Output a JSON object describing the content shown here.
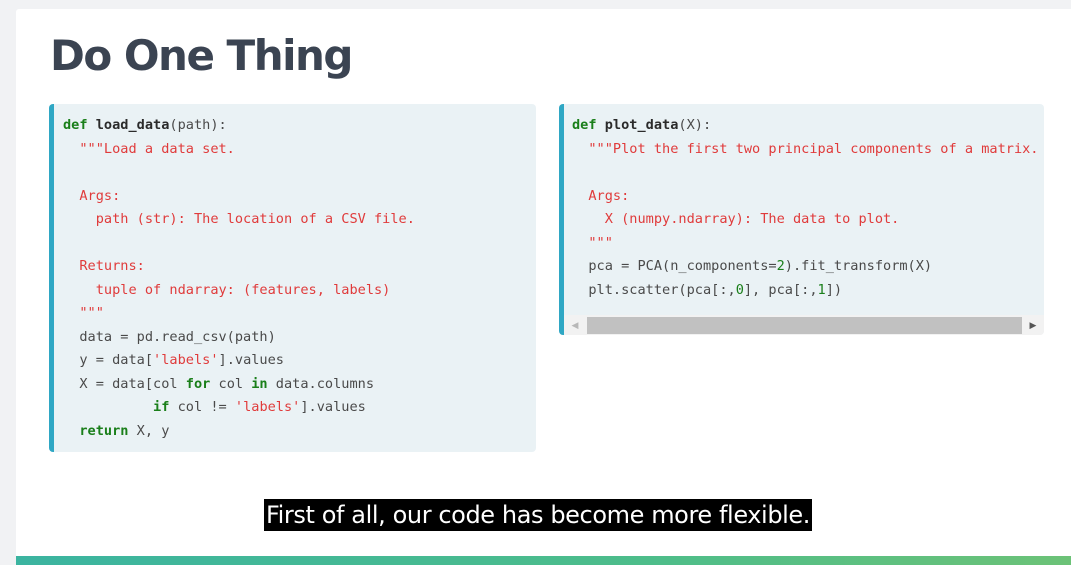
{
  "slide": {
    "title": "Do One Thing"
  },
  "code_left": {
    "lines": [
      [
        {
          "t": "def ",
          "c": "kw"
        },
        {
          "t": "load_data",
          "c": "fn"
        },
        {
          "t": "(path):",
          "c": ""
        }
      ],
      [
        {
          "t": "  \"\"\"Load a data set.",
          "c": "str"
        }
      ],
      [
        {
          "t": "",
          "c": ""
        }
      ],
      [
        {
          "t": "  Args:",
          "c": "str"
        }
      ],
      [
        {
          "t": "    path (str): The location of a CSV file.",
          "c": "str"
        }
      ],
      [
        {
          "t": "",
          "c": ""
        }
      ],
      [
        {
          "t": "  Returns:",
          "c": "str"
        }
      ],
      [
        {
          "t": "    tuple of ndarray: (features, labels)",
          "c": "str"
        }
      ],
      [
        {
          "t": "  \"\"\"",
          "c": "str"
        }
      ],
      [
        {
          "t": "  data = pd.read_csv(path)",
          "c": ""
        }
      ],
      [
        {
          "t": "  y = data[",
          "c": ""
        },
        {
          "t": "'labels'",
          "c": "str"
        },
        {
          "t": "].values",
          "c": ""
        }
      ],
      [
        {
          "t": "  X = data[col ",
          "c": ""
        },
        {
          "t": "for",
          "c": "kw"
        },
        {
          "t": " col ",
          "c": ""
        },
        {
          "t": "in",
          "c": "kw"
        },
        {
          "t": " data.columns",
          "c": ""
        }
      ],
      [
        {
          "t": "           ",
          "c": ""
        },
        {
          "t": "if",
          "c": "kw"
        },
        {
          "t": " col != ",
          "c": ""
        },
        {
          "t": "'labels'",
          "c": "str"
        },
        {
          "t": "].values",
          "c": ""
        }
      ],
      [
        {
          "t": "  ",
          "c": ""
        },
        {
          "t": "return",
          "c": "kw"
        },
        {
          "t": " X, y",
          "c": ""
        }
      ]
    ]
  },
  "code_right": {
    "lines": [
      [
        {
          "t": "def ",
          "c": "kw"
        },
        {
          "t": "plot_data",
          "c": "fn"
        },
        {
          "t": "(X):",
          "c": ""
        }
      ],
      [
        {
          "t": "  \"\"\"Plot the first two principal components of a matrix.",
          "c": "str"
        }
      ],
      [
        {
          "t": "",
          "c": ""
        }
      ],
      [
        {
          "t": "  Args:",
          "c": "str"
        }
      ],
      [
        {
          "t": "    X (numpy.ndarray): The data to plot.",
          "c": "str"
        }
      ],
      [
        {
          "t": "  \"\"\"",
          "c": "str"
        }
      ],
      [
        {
          "t": "  pca = PCA(n_components=",
          "c": ""
        },
        {
          "t": "2",
          "c": "num"
        },
        {
          "t": ").fit_transform(X)",
          "c": ""
        }
      ],
      [
        {
          "t": "  plt.scatter(pca[:,",
          "c": ""
        },
        {
          "t": "0",
          "c": "num"
        },
        {
          "t": "], pca[:,",
          "c": ""
        },
        {
          "t": "1",
          "c": "num"
        },
        {
          "t": "])",
          "c": ""
        }
      ]
    ]
  },
  "scrollbar": {
    "left_arrow": "◀",
    "right_arrow": "▶"
  },
  "caption": {
    "text": "First of all, our code has become more flexible."
  },
  "colors": {
    "title": "#3b4452",
    "code_bg": "#eaf2f5",
    "code_accent": "#2fa7c4",
    "keyword": "#1a7f1a",
    "string": "#e03b3b",
    "bottom_bar": "#4dbd8a"
  }
}
